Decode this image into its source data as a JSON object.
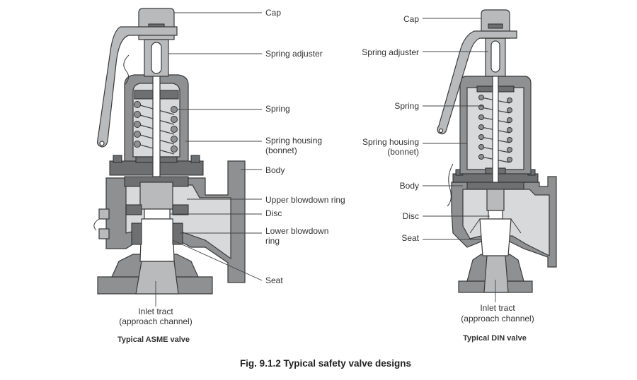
{
  "asme": {
    "labels": {
      "cap": "Cap",
      "spring_adjuster": "Spring adjuster",
      "spring": "Spring",
      "spring_housing_1": "Spring housing",
      "spring_housing_2": "(bonnet)",
      "body": "Body",
      "upper_blowdown_ring": "Upper blowdown ring",
      "disc": "Disc",
      "lower_blowdown_ring_1": "Lower blowdown",
      "lower_blowdown_ring_2": "ring",
      "seat": "Seat",
      "inlet_tract_1": "Inlet tract",
      "inlet_tract_2": "(approach channel)"
    },
    "caption": "Typical ASME valve"
  },
  "din": {
    "labels": {
      "cap": "Cap",
      "spring_adjuster": "Spring adjuster",
      "spring": "Spring",
      "spring_housing_1": "Spring housing",
      "spring_housing_2": "(bonnet)",
      "body": "Body",
      "disc": "Disc",
      "seat": "Seat",
      "inlet_tract_1": "Inlet tract",
      "inlet_tract_2": "(approach channel)"
    },
    "caption": "Typical DIN valve"
  },
  "figure_caption": "Fig. 9.1.2 Typical safety valve designs"
}
